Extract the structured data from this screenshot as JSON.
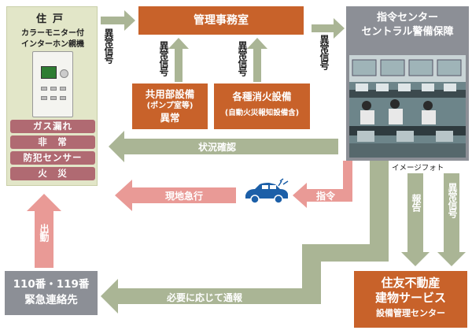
{
  "residence": {
    "title": "住戸",
    "subtitle_line1": "カラーモニター付",
    "subtitle_line2": "インターホン親機",
    "alerts": [
      "ガス漏れ",
      "非　常",
      "防犯センサー",
      "火　災"
    ]
  },
  "management_office": {
    "label": "管理事務室"
  },
  "shared_equipment": {
    "line1": "共用部設備",
    "line2": "(ポンプ室等)",
    "line3": "異常"
  },
  "fire_equipment": {
    "line1": "各種消火設備",
    "line2": "(自動火災報知設備含)"
  },
  "command_center": {
    "line1": "指令センター",
    "line2": "セントラル警備保障"
  },
  "photo_caption": "イメージフォト",
  "emergency": {
    "line1": "110番・119番",
    "line2": "緊急連絡先"
  },
  "sumitomo": {
    "line1": "住友不動産",
    "line2": "建物サービス",
    "line3": "設備管理センター"
  },
  "arrows": {
    "residence_to_office": "異常信号",
    "shared_to_office": "異常信号",
    "fire_to_office": "異常信号",
    "office_to_center": "異常信号",
    "status_check": "状況確認",
    "rush_to_site": "現地急行",
    "command": "指令",
    "dispatch": "出動",
    "report_as_needed": "必要に応じて通報",
    "report": "報告",
    "abnormal_signal": "異常信号"
  },
  "colors": {
    "green_arrow": "#aab595",
    "pink_arrow": "#e99a96",
    "orange_box": "#c8622a",
    "gray_box": "#8c8f96",
    "alert_bar": "#b06a72",
    "panel_bg": "#e2e6c8",
    "car": "#1c5fa8"
  }
}
